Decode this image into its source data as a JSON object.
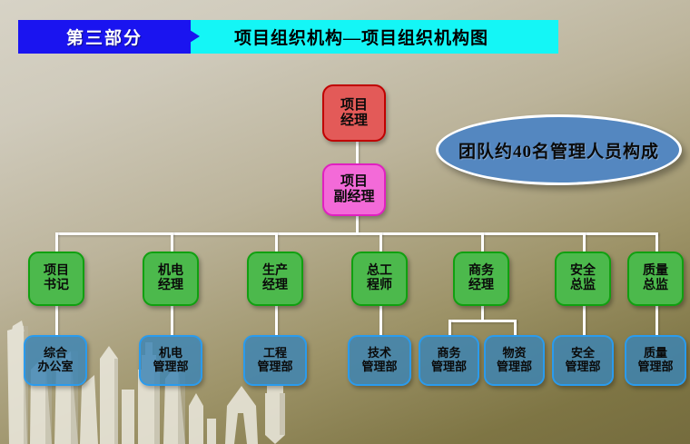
{
  "header": {
    "tag_label": "第三部分",
    "title": "项目组织机构—项目组织机构图"
  },
  "callout": {
    "text": "团队约40名管理人员构成"
  },
  "chart_data": {
    "type": "diagram",
    "title": "项目组织机构图",
    "nodes": [
      {
        "id": "pm",
        "label": "项目\n经理",
        "line1": "项目",
        "line2": "经理",
        "level": 0,
        "color": "#e35a58"
      },
      {
        "id": "dpm",
        "label": "项目\n副经理",
        "line1": "项目",
        "line2": "副经理",
        "level": 1,
        "color": "#f36ad8"
      },
      {
        "id": "g1",
        "line1": "项目",
        "line2": "书记",
        "level": 2,
        "color": "#4cb94c"
      },
      {
        "id": "g2",
        "line1": "机电",
        "line2": "经理",
        "level": 2,
        "color": "#4cb94c"
      },
      {
        "id": "g3",
        "line1": "生产",
        "line2": "经理",
        "level": 2,
        "color": "#4cb94c"
      },
      {
        "id": "g4",
        "line1": "总工",
        "line2": "程师",
        "level": 2,
        "color": "#4cb94c"
      },
      {
        "id": "g5",
        "line1": "商务",
        "line2": "经理",
        "level": 2,
        "color": "#4cb94c"
      },
      {
        "id": "g6",
        "line1": "安全",
        "line2": "总监",
        "level": 2,
        "color": "#4cb94c"
      },
      {
        "id": "g7",
        "line1": "质量",
        "line2": "总监",
        "level": 2,
        "color": "#4cb94c"
      },
      {
        "id": "b1",
        "line1": "综合",
        "line2": "办公室",
        "level": 3,
        "color": "#3a84b5",
        "parent": "g1"
      },
      {
        "id": "b2",
        "line1": "机电",
        "line2": "管理部",
        "level": 3,
        "color": "#3a84b5",
        "parent": "g2"
      },
      {
        "id": "b3",
        "line1": "工程",
        "line2": "管理部",
        "level": 3,
        "color": "#3a84b5",
        "parent": "g3"
      },
      {
        "id": "b4",
        "line1": "技术",
        "line2": "管理部",
        "level": 3,
        "color": "#3a84b5",
        "parent": "g4"
      },
      {
        "id": "b5",
        "line1": "商务",
        "line2": "管理部",
        "level": 3,
        "color": "#3a84b5",
        "parent": "g5"
      },
      {
        "id": "b6",
        "line1": "物资",
        "line2": "管理部",
        "level": 3,
        "color": "#3a84b5",
        "parent": "g5"
      },
      {
        "id": "b7",
        "line1": "安全",
        "line2": "管理部",
        "level": 3,
        "color": "#3a84b5",
        "parent": "g6"
      },
      {
        "id": "b8",
        "line1": "质量",
        "line2": "管理部",
        "level": 3,
        "color": "#3a84b5",
        "parent": "g7"
      }
    ],
    "edges": [
      [
        "pm",
        "dpm"
      ],
      [
        "dpm",
        "g1"
      ],
      [
        "dpm",
        "g2"
      ],
      [
        "dpm",
        "g3"
      ],
      [
        "dpm",
        "g4"
      ],
      [
        "dpm",
        "g5"
      ],
      [
        "dpm",
        "g6"
      ],
      [
        "dpm",
        "g7"
      ],
      [
        "g1",
        "b1"
      ],
      [
        "g2",
        "b2"
      ],
      [
        "g3",
        "b3"
      ],
      [
        "g4",
        "b4"
      ],
      [
        "g5",
        "b5"
      ],
      [
        "g5",
        "b6"
      ],
      [
        "g6",
        "b7"
      ],
      [
        "g7",
        "b8"
      ]
    ]
  },
  "nodes": {
    "pm": {
      "l1": "项目",
      "l2": "经理"
    },
    "dpm": {
      "l1": "项目",
      "l2": "副经理"
    },
    "g1": {
      "l1": "项目",
      "l2": "书记"
    },
    "g2": {
      "l1": "机电",
      "l2": "经理"
    },
    "g3": {
      "l1": "生产",
      "l2": "经理"
    },
    "g4": {
      "l1": "总工",
      "l2": "程师"
    },
    "g5": {
      "l1": "商务",
      "l2": "经理"
    },
    "g6": {
      "l1": "安全",
      "l2": "总监"
    },
    "g7": {
      "l1": "质量",
      "l2": "总监"
    },
    "b1": {
      "l1": "综合",
      "l2": "办公室"
    },
    "b2": {
      "l1": "机电",
      "l2": "管理部"
    },
    "b3": {
      "l1": "工程",
      "l2": "管理部"
    },
    "b4": {
      "l1": "技术",
      "l2": "管理部"
    },
    "b5": {
      "l1": "商务",
      "l2": "管理部"
    },
    "b6": {
      "l1": "物资",
      "l2": "管理部"
    },
    "b7": {
      "l1": "安全",
      "l2": "管理部"
    },
    "b8": {
      "l1": "质量",
      "l2": "管理部"
    }
  }
}
